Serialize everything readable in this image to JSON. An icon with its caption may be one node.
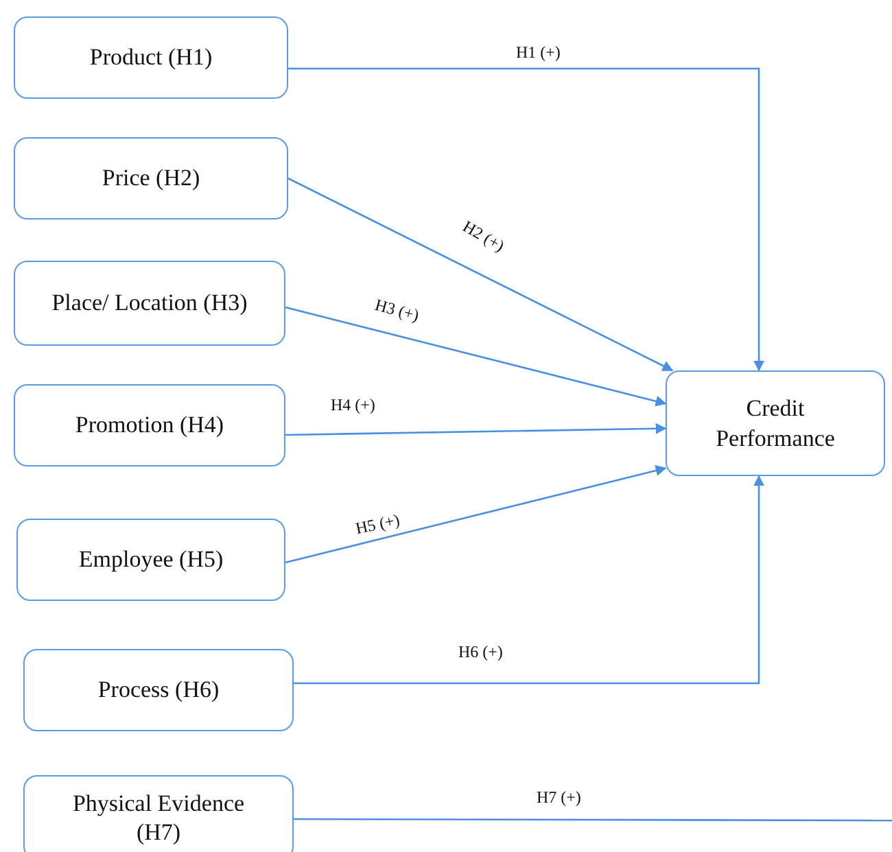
{
  "diagram": {
    "nodes": [
      {
        "text": [
          "Product (H1)"
        ]
      },
      {
        "text": [
          "Price (H2)"
        ]
      },
      {
        "text": [
          "Place/ Location (H3)"
        ]
      },
      {
        "text": [
          "Promotion (H4)"
        ]
      },
      {
        "text": [
          "Employee (H5)"
        ]
      },
      {
        "text": [
          "Process (H6)"
        ]
      },
      {
        "text": [
          "Physical Evidence  (H7)"
        ]
      },
      {
        "text": [
          "Credit Performance"
        ]
      }
    ],
    "edges": [
      {
        "from": 0,
        "to": 7,
        "arrow": "to",
        "label": "H1 (+)"
      },
      {
        "from": 1,
        "to": 7,
        "arrow": "to",
        "label": "H2 (+)"
      },
      {
        "from": 2,
        "to": 7,
        "arrow": "to",
        "label": "H3 (+)"
      },
      {
        "from": 3,
        "to": 7,
        "arrow": "to",
        "label": "H4 (+)"
      },
      {
        "from": 4,
        "to": 7,
        "arrow": "to",
        "label": "H5 (+)"
      },
      {
        "from": 5,
        "to": 7,
        "arrow": "to",
        "label": "H6 (+)"
      },
      {
        "from": 6,
        "to": null,
        "arrow": "none",
        "label": "H7 (+)"
      }
    ]
  }
}
